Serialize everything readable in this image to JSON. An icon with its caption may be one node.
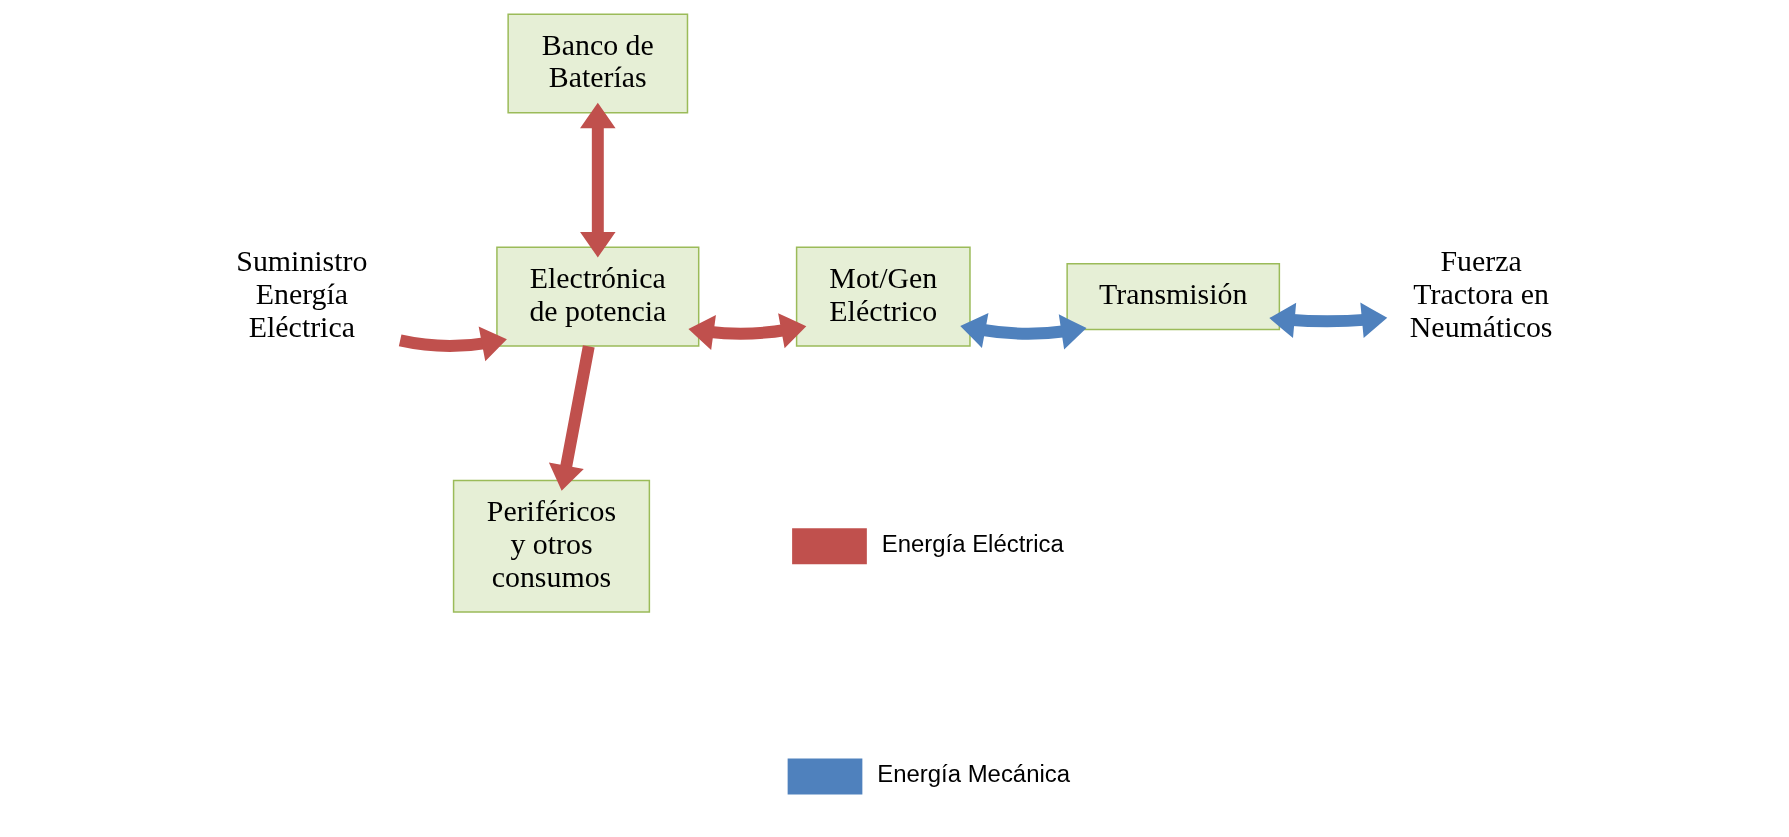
{
  "diagram": {
    "nodes": [
      {
        "text": [
          "Banco de Baterías"
        ]
      },
      {
        "text": [
          "Suministro Energía Eléctrica"
        ]
      },
      {
        "text": [
          "Electrónica de potencia"
        ]
      },
      {
        "text": [
          "Mot/Gen Eléctrico"
        ]
      },
      {
        "text": [
          "Transmisión"
        ]
      },
      {
        "text": [
          "Fuerza Tractora en Neumáticos"
        ]
      },
      {
        "text": [
          "Periféricos y otros consumos"
        ]
      }
    ],
    "edges": [
      {
        "from": 0,
        "to": 2,
        "arrow": "both"
      },
      {
        "from": 1,
        "to": 2,
        "arrow": "to"
      },
      {
        "from": 2,
        "to": 3,
        "arrow": "both"
      },
      {
        "from": 3,
        "to": 4,
        "arrow": "both",
        "color": "#4f81bd"
      },
      {
        "from": 4,
        "to": 5,
        "arrow": "both",
        "color": "#4f81bd"
      },
      {
        "from": 2,
        "to": 6,
        "arrow": "to"
      }
    ],
    "legend": [
      {
        "text": "Energía Eléctrica",
        "color": "#c0504d"
      },
      {
        "text": "Energía Mecánica",
        "color": "#4f81bd"
      }
    ]
  }
}
